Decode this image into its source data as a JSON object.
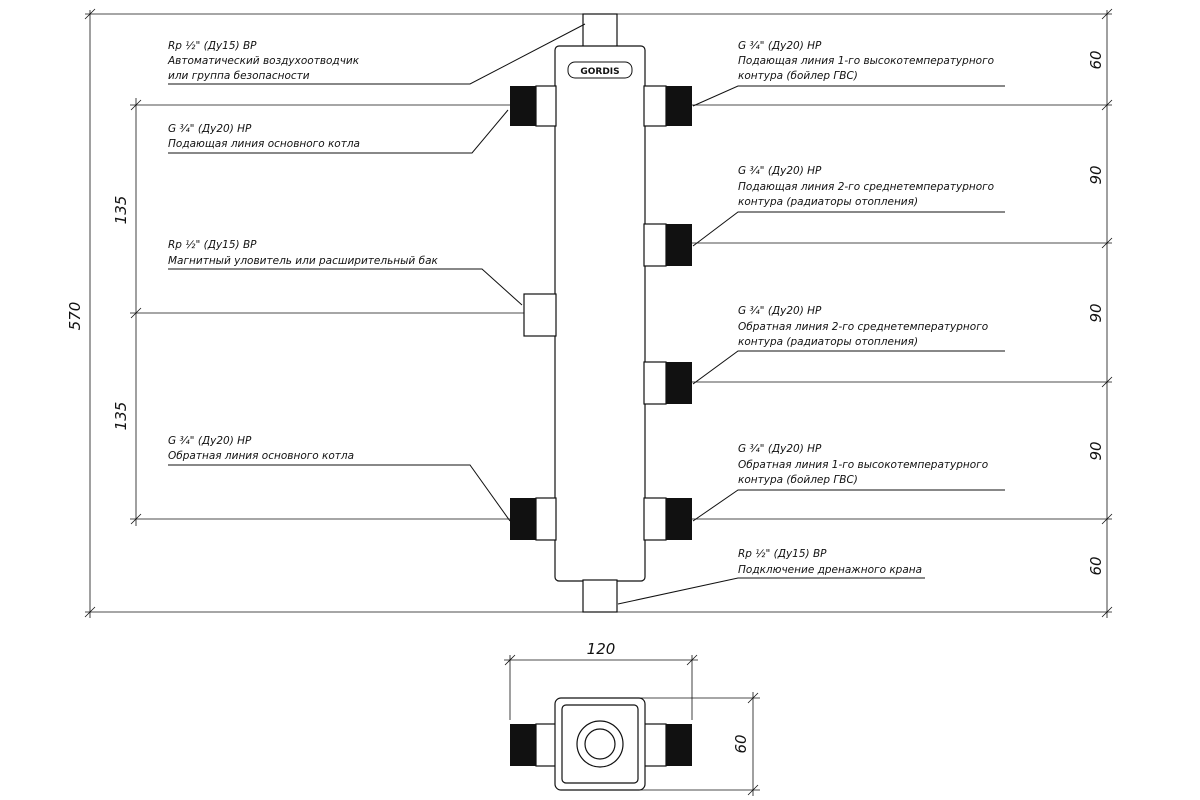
{
  "diagram": {
    "brand_logo": "GORDIS",
    "callouts": {
      "air_vent": {
        "title": "Rp ½\" (Ду15) ВР",
        "lines": [
          "Автоматический воздухоотводчик",
          "или группа безопасности"
        ]
      },
      "main_boiler_supply": {
        "title": "G ¾\" (Ду20) НР",
        "lines": [
          "Подающая линия основного котла"
        ]
      },
      "magnet_trap": {
        "title": "Rp ½\" (Ду15) ВР",
        "lines": [
          "Магнитный уловитель или расширительный бак"
        ]
      },
      "main_boiler_return": {
        "title": "G ¾\" (Ду20) НР",
        "lines": [
          "Обратная линия основного котла"
        ]
      },
      "circuit1_supply": {
        "title": "G ¾\" (Ду20) НР",
        "lines": [
          "Подающая линия 1-го высокотемпературного",
          "контура (бойлер ГВС)"
        ]
      },
      "circuit2_supply": {
        "title": "G ¾\" (Ду20) НР",
        "lines": [
          "Подающая линия 2-го среднетемпературного",
          "контура (радиаторы отопления)"
        ]
      },
      "circuit2_return": {
        "title": "G ¾\" (Ду20) НР",
        "lines": [
          "Обратная линия 2-го среднетемпературного",
          "контура (радиаторы отопления)"
        ]
      },
      "circuit1_return": {
        "title": "G ¾\" (Ду20) НР",
        "lines": [
          "Обратная линия 1-го высокотемпературного",
          "контура (бойлер ГВС)"
        ]
      },
      "drain": {
        "title": "Rp ½\" (Ду15) ВР",
        "lines": [
          "Подключение дренажного крана"
        ]
      }
    },
    "dimensions": {
      "total_height": "570",
      "left_upper": "135",
      "left_lower": "135",
      "right_top": "60",
      "right_1": "90",
      "right_2": "90",
      "right_3": "90",
      "right_bottom": "60",
      "plan_width": "120",
      "plan_depth": "60"
    }
  }
}
